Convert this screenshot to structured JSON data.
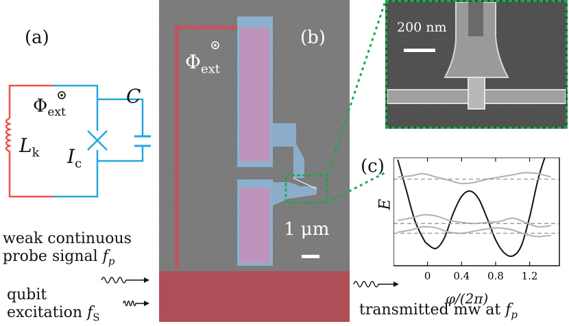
{
  "panels": {
    "a": "(a)",
    "b": "(b)",
    "c": "(c)"
  },
  "circuit": {
    "flux_symbol": "Φ",
    "flux_sub": "ext",
    "capacitor_label": "C",
    "inductor_symbol": "L",
    "inductor_sub": "k",
    "junction_symbol": "I",
    "junction_sub": "c",
    "colors": {
      "inductor_loop": "#e8534a",
      "junction_loop": "#22a7e0"
    }
  },
  "sem": {
    "flux_symbol": "Φ",
    "flux_sub": "ext",
    "scale_label": "1 μm",
    "colors": {
      "red_line": "#c8505a",
      "blue_film": "#7fb8e0",
      "pink_film": "#d48fb0"
    }
  },
  "zoom": {
    "scale_label": "200 nm",
    "frame_color": "#1aa84a"
  },
  "annotations": {
    "probe_line1": "weak continuous",
    "probe_line2": "probe signal",
    "probe_symbol": "f",
    "probe_sub": "p",
    "excitation_line1": "qubit",
    "excitation_line2": "excitation",
    "excitation_symbol": "f",
    "excitation_sub": "S",
    "transmitted_text": "transmitted mw at",
    "transmitted_symbol": "f",
    "transmitted_sub": "p"
  },
  "chart_data": {
    "type": "line",
    "title": "",
    "xlabel": "φ/(2π)",
    "ylabel": "E",
    "xlim": [
      -0.4,
      1.55
    ],
    "ylim": [
      0,
      1
    ],
    "xticks": [
      0,
      0.4,
      0.8,
      1.2
    ],
    "xtick_labels": [
      "0",
      "0.4",
      "0.8",
      "1.2"
    ],
    "series": [
      {
        "style": "black",
        "x": [
          -0.35,
          -0.25,
          -0.15,
          -0.05,
          0.0,
          0.1,
          0.2,
          0.3,
          0.4,
          0.5,
          0.6,
          0.7,
          0.8,
          0.9,
          1.0,
          1.1,
          1.2,
          1.3,
          1.4,
          1.5
        ],
        "y": [
          0.98,
          0.7,
          0.42,
          0.25,
          0.2,
          0.16,
          0.26,
          0.48,
          0.64,
          0.69,
          0.62,
          0.44,
          0.24,
          0.12,
          0.09,
          0.18,
          0.45,
          0.8,
          1.05,
          1.25
        ]
      },
      {
        "style": "gray",
        "x": [
          -0.35,
          -0.2,
          -0.05,
          0.1,
          0.25,
          0.4,
          0.55,
          0.7,
          0.85,
          1.0,
          1.15,
          1.3,
          1.45
        ],
        "y": [
          0.82,
          0.83,
          0.85,
          0.82,
          0.79,
          0.76,
          0.77,
          0.8,
          0.82,
          0.84,
          0.86,
          0.85,
          0.82
        ]
      },
      {
        "style": "gray",
        "x": [
          -0.35,
          -0.2,
          -0.05,
          0.1,
          0.25,
          0.4,
          0.55,
          0.7,
          0.85,
          1.0,
          1.15,
          1.3,
          1.45
        ],
        "y": [
          0.42,
          0.44,
          0.47,
          0.46,
          0.42,
          0.4,
          0.39,
          0.4,
          0.41,
          0.44,
          0.4,
          0.36,
          0.37
        ]
      },
      {
        "style": "gray",
        "x": [
          -0.35,
          -0.2,
          -0.05,
          0.1,
          0.25,
          0.4,
          0.55,
          0.7,
          0.85,
          1.0,
          1.15,
          1.3,
          1.45
        ],
        "y": [
          0.31,
          0.33,
          0.36,
          0.35,
          0.31,
          0.3,
          0.32,
          0.34,
          0.35,
          0.33,
          0.29,
          0.27,
          0.28
        ]
      },
      {
        "style": "dashed",
        "x": [
          -0.4,
          1.55
        ],
        "y": [
          0.8,
          0.8
        ]
      },
      {
        "style": "dashed",
        "x": [
          -0.4,
          1.55
        ],
        "y": [
          0.39,
          0.39
        ]
      },
      {
        "style": "dashed",
        "x": [
          -0.4,
          1.55
        ],
        "y": [
          0.3,
          0.3
        ]
      }
    ]
  }
}
